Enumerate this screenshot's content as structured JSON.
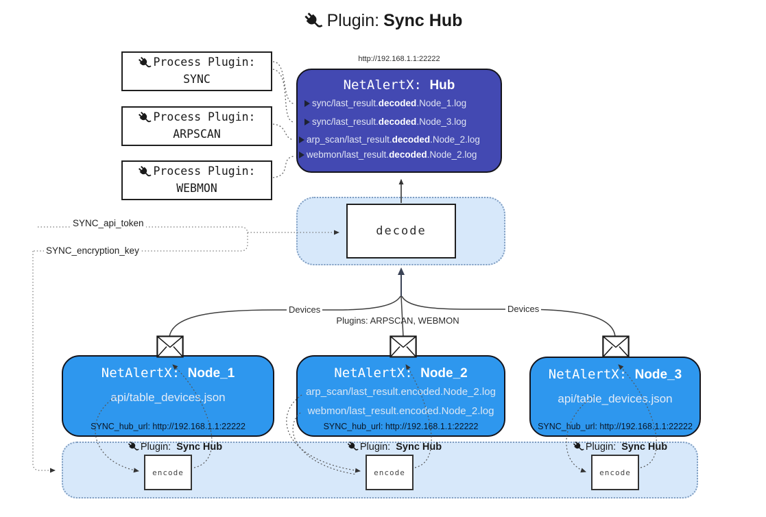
{
  "title": {
    "label": "Plugin:",
    "name": "Sync Hub"
  },
  "hub": {
    "url": "http://192.168.1.1:22222",
    "prefix": "NetAlertX: ",
    "name": "Hub",
    "logs": [
      {
        "pre": "sync/last_result.",
        "bold": "decoded",
        "post": ".Node_1.log"
      },
      {
        "pre": "sync/last_result.",
        "bold": "decoded",
        "post": ".Node_3.log"
      },
      {
        "pre": "arp_scan/last_result.",
        "bold": "decoded",
        "post": ".Node_2.log"
      },
      {
        "pre": "webmon/last_result.",
        "bold": "decoded",
        "post": ".Node_2.log"
      }
    ]
  },
  "process_plugins": [
    {
      "line1": "Process Plugin:",
      "name": "SYNC"
    },
    {
      "line1": "Process Plugin:",
      "name": "ARPSCAN"
    },
    {
      "line1": "Process Plugin:",
      "name": "WEBMON"
    }
  ],
  "decode": {
    "label": "decode"
  },
  "tokens": {
    "api": "SYNC_api_token",
    "key": "SYNC_encryption_key"
  },
  "edges": {
    "devices": "Devices",
    "plugins": "Plugins: ARPSCAN, WEBMON"
  },
  "nodes": [
    {
      "prefix": "NetAlertX: ",
      "name": "Node_1",
      "files": [
        "api/table_devices.json"
      ],
      "hub_url": "SYNC_hub_url: http://192.168.1.1:22222"
    },
    {
      "prefix": "NetAlertX: ",
      "name": "Node_2",
      "files": [
        "arp_scan/last_result.encoded.Node_2.log",
        "webmon/last_result.encoded.Node_2.log"
      ],
      "hub_url": "SYNC_hub_url: http://192.168.1.1:22222"
    },
    {
      "prefix": "NetAlertX: ",
      "name": "Node_3",
      "files": [
        "api/table_devices.json"
      ],
      "hub_url": "SYNC_hub_url: http://192.168.1.1:22222"
    }
  ],
  "encoder": {
    "label": "encode",
    "plugin_label": "Plugin:",
    "plugin_name": "Sync Hub"
  },
  "colors": {
    "hub_fill": "#4349b2",
    "node_fill": "#2e97ee",
    "panel_fill": "#d7e8fa",
    "panel_border": "#7e9cc0",
    "outline": "#14141c"
  }
}
